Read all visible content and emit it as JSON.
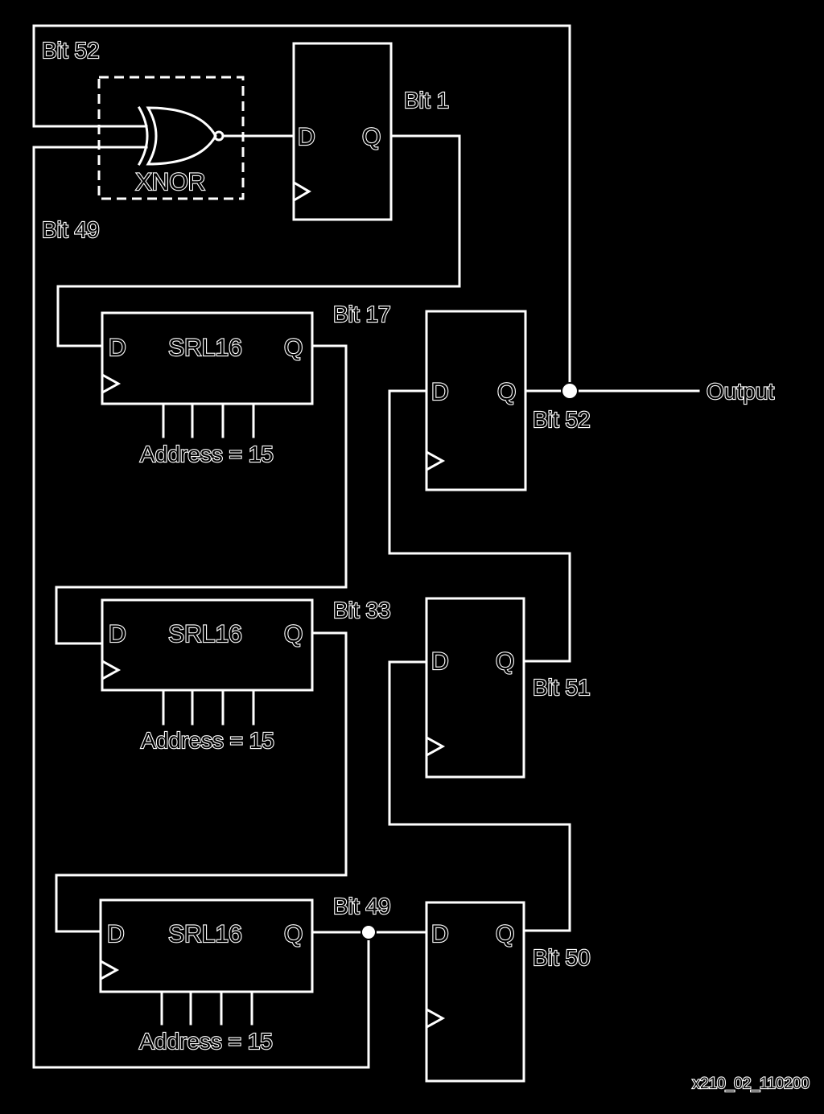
{
  "labels": {
    "bit52_top": "Bit 52",
    "bit49_left": "Bit 49",
    "bit1": "Bit 1",
    "bit17": "Bit 17",
    "bit33": "Bit 33",
    "bit49_mid": "Bit 49",
    "bit52_ff": "Bit 52",
    "bit51": "Bit 51",
    "bit50": "Bit 50",
    "output": "Output",
    "figure_id": "x210_02_110200"
  },
  "gate": {
    "name": "XNOR"
  },
  "flipflop": {
    "d": "D",
    "q": "Q"
  },
  "srl": [
    {
      "name": "SRL16",
      "d": "D",
      "q": "Q",
      "address": "Address = 15"
    },
    {
      "name": "SRL16",
      "d": "D",
      "q": "Q",
      "address": "Address = 15"
    },
    {
      "name": "SRL16",
      "d": "D",
      "q": "Q",
      "address": "Address = 15"
    }
  ]
}
